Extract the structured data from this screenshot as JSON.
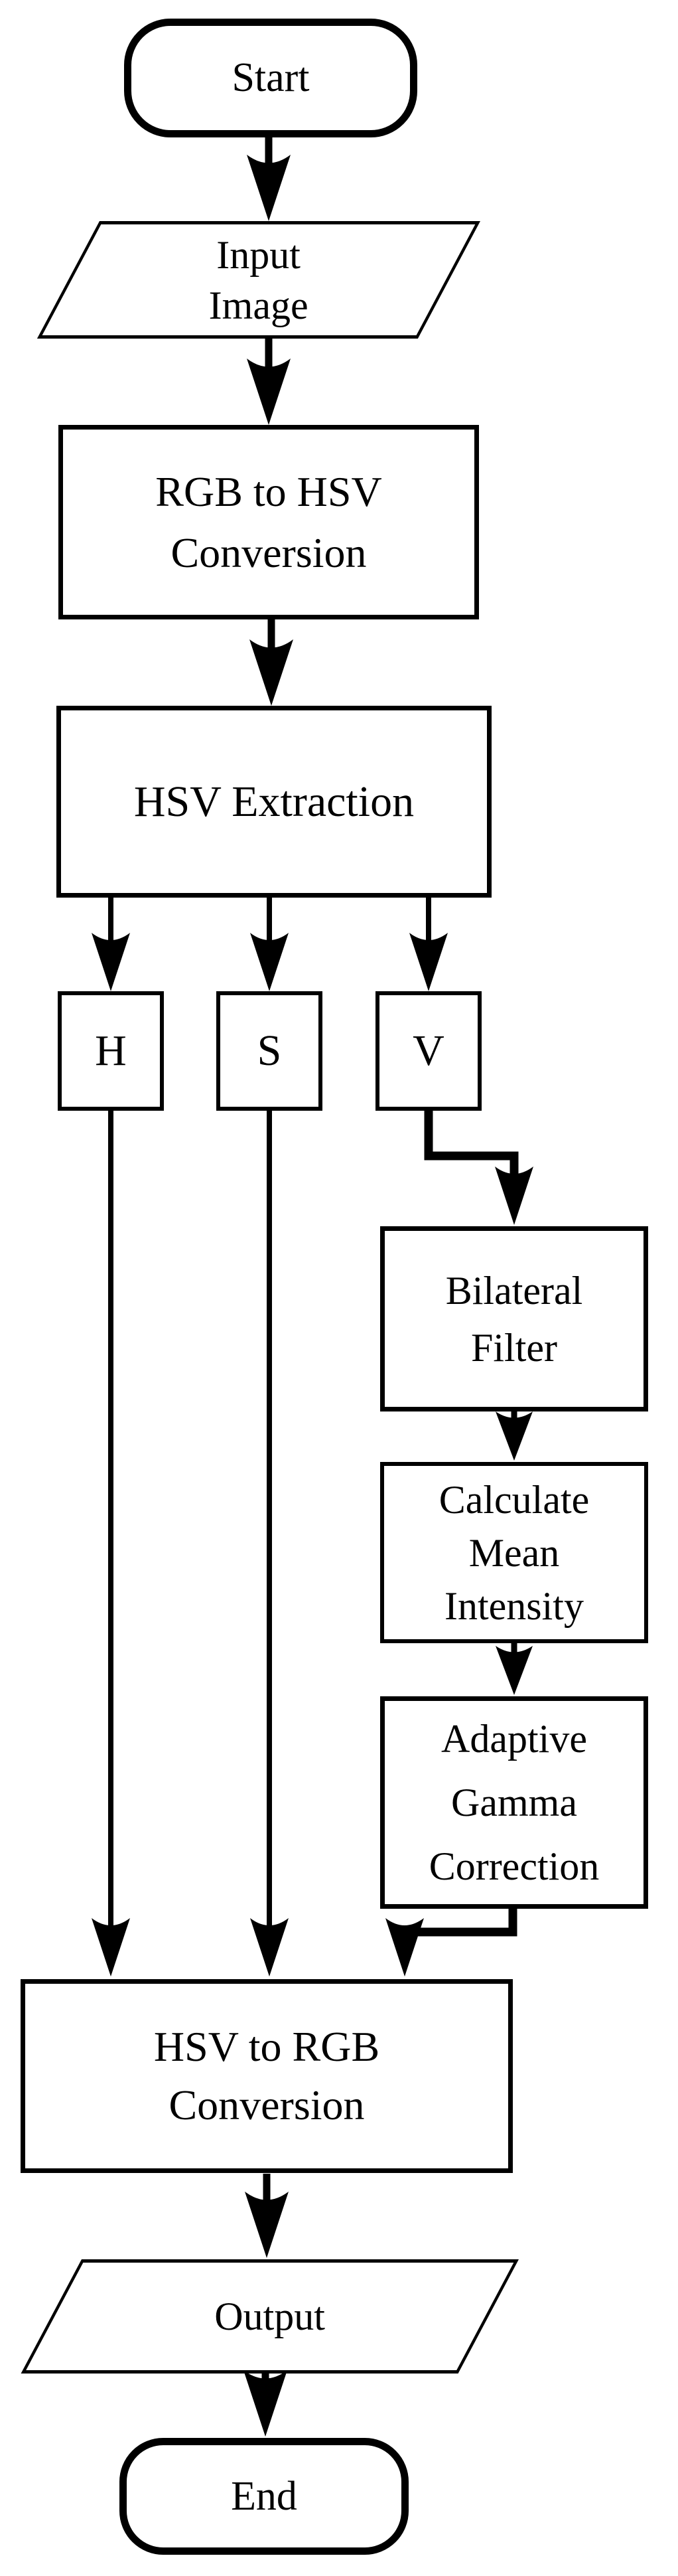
{
  "figure_type": "flowchart",
  "colors": {
    "ink": "#000000",
    "background": "#ffffff"
  },
  "nodes": {
    "start": {
      "shape": "terminator",
      "lines": [
        "Start"
      ]
    },
    "input_image": {
      "shape": "parallelogram",
      "lines": [
        "Input",
        "Image"
      ]
    },
    "rgb_to_hsv": {
      "shape": "process",
      "lines": [
        "RGB to HSV",
        "Conversion"
      ]
    },
    "hsv_extraction": {
      "shape": "process",
      "lines": [
        "HSV Extraction"
      ]
    },
    "h_channel": {
      "shape": "process",
      "lines": [
        "H"
      ]
    },
    "s_channel": {
      "shape": "process",
      "lines": [
        "S"
      ]
    },
    "v_channel": {
      "shape": "process",
      "lines": [
        "V"
      ]
    },
    "bilateral_filter": {
      "shape": "process",
      "lines": [
        "Bilateral",
        "Filter"
      ]
    },
    "calculate_mean_intensity": {
      "shape": "process",
      "lines": [
        "Calculate",
        "Mean",
        "Intensity"
      ]
    },
    "adaptive_gamma_correction": {
      "shape": "process",
      "lines": [
        "Adaptive",
        "Gamma",
        "Correction"
      ]
    },
    "hsv_to_rgb": {
      "shape": "process",
      "lines": [
        "HSV to RGB",
        "Conversion"
      ]
    },
    "output": {
      "shape": "parallelogram",
      "lines": [
        "Output"
      ]
    },
    "end": {
      "shape": "terminator",
      "lines": [
        "End"
      ]
    }
  },
  "edges": [
    {
      "from": "start",
      "to": "input_image"
    },
    {
      "from": "input_image",
      "to": "rgb_to_hsv"
    },
    {
      "from": "rgb_to_hsv",
      "to": "hsv_extraction"
    },
    {
      "from": "hsv_extraction",
      "to": "h_channel"
    },
    {
      "from": "hsv_extraction",
      "to": "s_channel"
    },
    {
      "from": "hsv_extraction",
      "to": "v_channel"
    },
    {
      "from": "h_channel",
      "to": "hsv_to_rgb"
    },
    {
      "from": "s_channel",
      "to": "hsv_to_rgb"
    },
    {
      "from": "v_channel",
      "to": "bilateral_filter"
    },
    {
      "from": "bilateral_filter",
      "to": "calculate_mean_intensity"
    },
    {
      "from": "calculate_mean_intensity",
      "to": "adaptive_gamma_correction"
    },
    {
      "from": "adaptive_gamma_correction",
      "to": "hsv_to_rgb"
    },
    {
      "from": "hsv_to_rgb",
      "to": "output"
    },
    {
      "from": "output",
      "to": "end"
    }
  ]
}
